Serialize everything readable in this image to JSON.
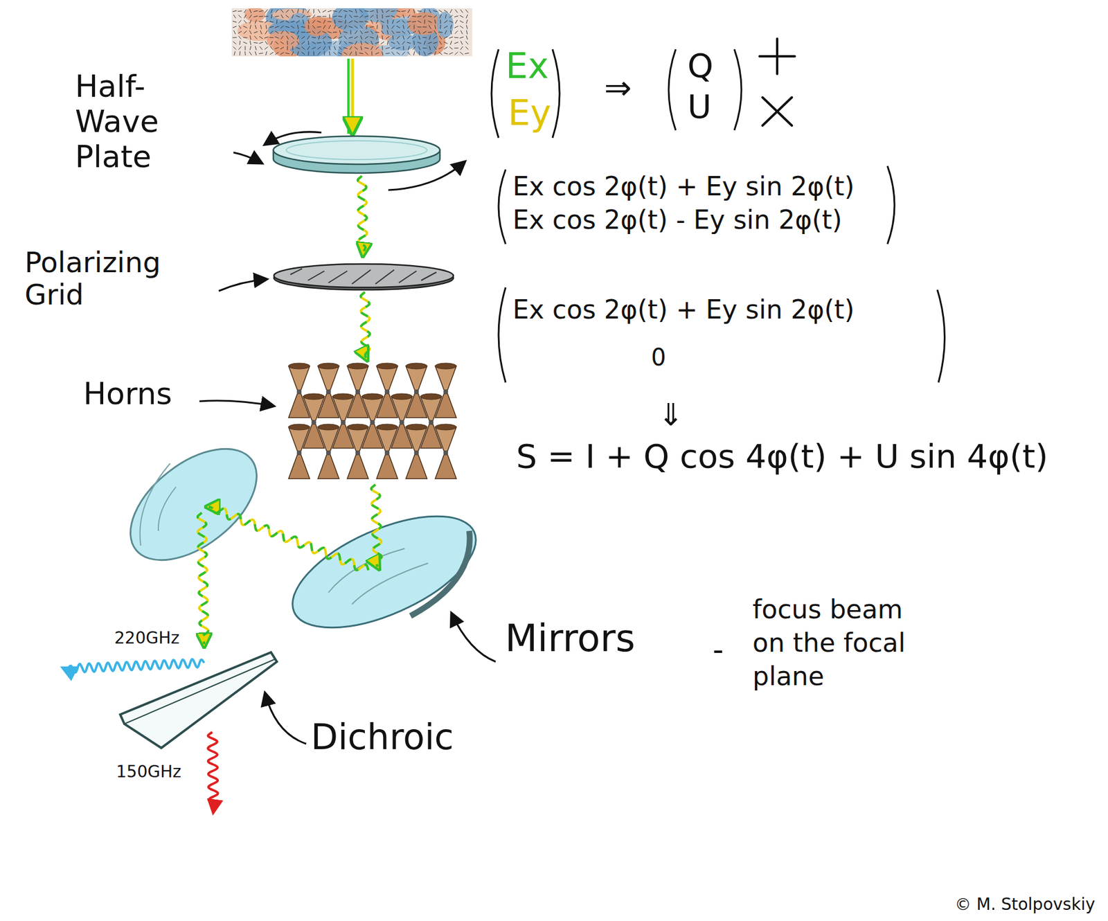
{
  "diagram": {
    "labels": [
      "Half-Wave Plate",
      "Ex",
      "Ey",
      "⇒",
      "Q",
      "U",
      "Ex cos 2φ(t) + Ey sin 2φ(t)",
      "Ex cos 2φ(t) - Ey sin 2φ(t)",
      "Polarizing Grid",
      "Ex cos 2φ(t) + Ey sin 2φ(t)",
      "0",
      "Horns",
      "⇓",
      "S = I + Q cos 4φ(t) + U sin 4φ(t)",
      "Mirrors",
      "-",
      "focus beam on the focal plane",
      "220GHz",
      "Dichroic",
      "150GHz",
      "© M. Stolpovskiy"
    ]
  }
}
